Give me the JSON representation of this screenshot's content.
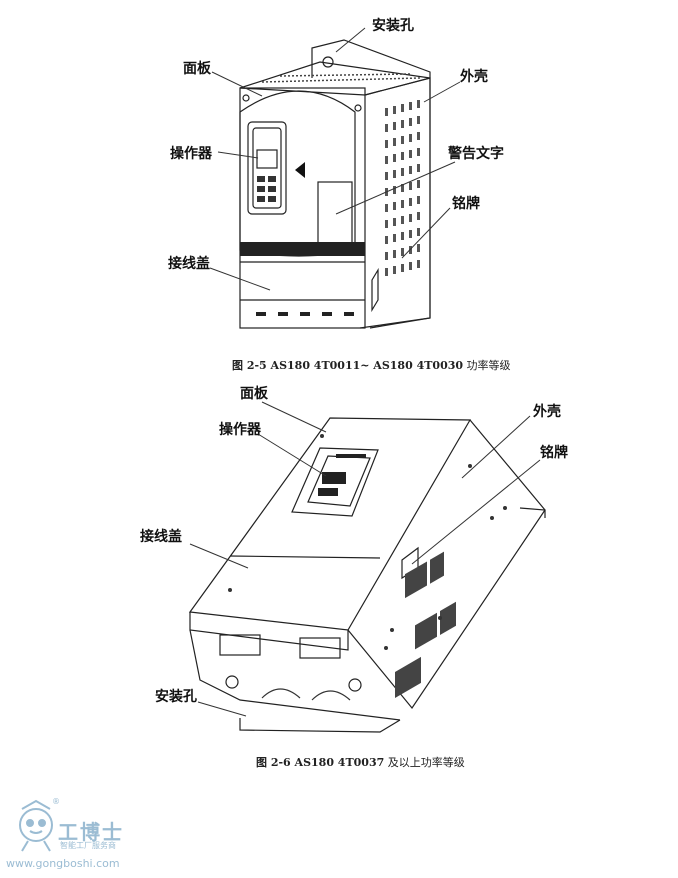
{
  "figure1": {
    "labels": {
      "mount_hole": "安装孔",
      "panel": "面板",
      "housing": "外壳",
      "operator": "操作器",
      "warning_text": "警告文字",
      "nameplate": "铭牌",
      "wiring_cover": "接线盖"
    },
    "caption_fig": "图 2-5 AS180 4T0011~ AS180 4T0030",
    "caption_desc": "功率等级"
  },
  "figure2": {
    "labels": {
      "panel": "面板",
      "operator": "操作器",
      "housing": "外壳",
      "nameplate": "铭牌",
      "wiring_cover": "接线盖",
      "mount_hole": "安装孔"
    },
    "caption_fig": "图 2-6 AS180 4T0037",
    "caption_desc": "及以上功率等级"
  },
  "watermark": {
    "title": "工博士",
    "subtitle": "智能工厂服务商",
    "url": "www.gongboshi.com",
    "reg": "®"
  }
}
